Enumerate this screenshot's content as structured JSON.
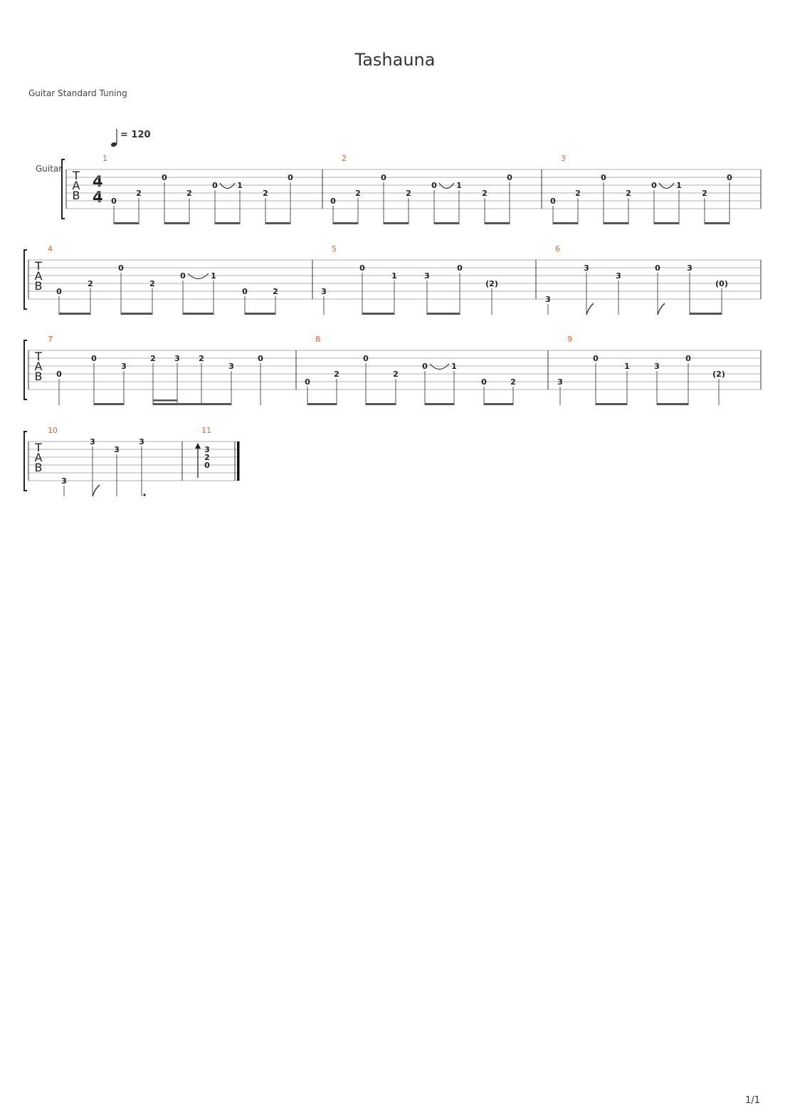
{
  "title": "Tashauna",
  "tuning": "Guitar Standard Tuning",
  "instrument": "Guitar",
  "tempo": {
    "label": "= 120",
    "bpm": 120
  },
  "time_signature": {
    "numerator": "4",
    "denominator": "4"
  },
  "tab_clef": [
    "T",
    "A",
    "B"
  ],
  "page_number": "1/1",
  "colors": {
    "measure_number": "#e8622c",
    "ink": "#333333",
    "staff_line": "#b0b0b0"
  },
  "measures": [
    {
      "number": "1",
      "notes": [
        {
          "str": 5,
          "fret": "0"
        },
        {
          "str": 4,
          "fret": "2"
        },
        {
          "str": 2,
          "fret": "0"
        },
        {
          "str": 4,
          "fret": "2"
        },
        {
          "str": 3,
          "fret": "0",
          "tie": true
        },
        {
          "str": 3,
          "fret": "1"
        },
        {
          "str": 4,
          "fret": "2"
        },
        {
          "str": 2,
          "fret": "0"
        }
      ]
    },
    {
      "number": "2",
      "notes": [
        {
          "str": 5,
          "fret": "0"
        },
        {
          "str": 4,
          "fret": "2"
        },
        {
          "str": 2,
          "fret": "0"
        },
        {
          "str": 4,
          "fret": "2"
        },
        {
          "str": 3,
          "fret": "0",
          "tie": true
        },
        {
          "str": 3,
          "fret": "1"
        },
        {
          "str": 4,
          "fret": "2"
        },
        {
          "str": 2,
          "fret": "0"
        }
      ]
    },
    {
      "number": "3",
      "notes": [
        {
          "str": 5,
          "fret": "0"
        },
        {
          "str": 4,
          "fret": "2"
        },
        {
          "str": 2,
          "fret": "0"
        },
        {
          "str": 4,
          "fret": "2"
        },
        {
          "str": 3,
          "fret": "0",
          "tie": true
        },
        {
          "str": 3,
          "fret": "1"
        },
        {
          "str": 4,
          "fret": "2"
        },
        {
          "str": 2,
          "fret": "0"
        }
      ]
    },
    {
      "number": "4",
      "notes": [
        {
          "str": 5,
          "fret": "0"
        },
        {
          "str": 4,
          "fret": "2"
        },
        {
          "str": 2,
          "fret": "0"
        },
        {
          "str": 4,
          "fret": "2"
        },
        {
          "str": 3,
          "fret": "0",
          "tie": true
        },
        {
          "str": 3,
          "fret": "1"
        },
        {
          "str": 5,
          "fret": "0"
        },
        {
          "str": 5,
          "fret": "2"
        }
      ]
    },
    {
      "number": "5",
      "notes": [
        {
          "str": 5,
          "fret": "3"
        },
        {
          "str": 2,
          "fret": "0"
        },
        {
          "str": 3,
          "fret": "1"
        },
        {
          "str": 3,
          "fret": "3"
        },
        {
          "str": 2,
          "fret": "0"
        },
        {
          "str": 4,
          "fret": "(2)"
        }
      ]
    },
    {
      "number": "6",
      "notes": [
        {
          "str": 6,
          "fret": "3"
        },
        {
          "str": 2,
          "fret": "3"
        },
        {
          "str": 3,
          "fret": "3"
        },
        {
          "str": 2,
          "fret": "0"
        },
        {
          "str": 2,
          "fret": "3"
        },
        {
          "str": 4,
          "fret": "(0)"
        }
      ]
    },
    {
      "number": "7",
      "notes": [
        {
          "str": 4,
          "fret": "0"
        },
        {
          "str": 2,
          "fret": "0"
        },
        {
          "str": 3,
          "fret": "3"
        },
        {
          "str": 2,
          "fret": "2"
        },
        {
          "str": 2,
          "fret": "3"
        },
        {
          "str": 2,
          "fret": "2"
        },
        {
          "str": 3,
          "fret": "3"
        },
        {
          "str": 2,
          "fret": "0"
        }
      ]
    },
    {
      "number": "8",
      "notes": [
        {
          "str": 5,
          "fret": "0"
        },
        {
          "str": 4,
          "fret": "2"
        },
        {
          "str": 2,
          "fret": "0"
        },
        {
          "str": 4,
          "fret": "2"
        },
        {
          "str": 3,
          "fret": "0",
          "tie": true
        },
        {
          "str": 3,
          "fret": "1"
        },
        {
          "str": 5,
          "fret": "0"
        },
        {
          "str": 5,
          "fret": "2"
        }
      ]
    },
    {
      "number": "9",
      "notes": [
        {
          "str": 5,
          "fret": "3"
        },
        {
          "str": 2,
          "fret": "0"
        },
        {
          "str": 3,
          "fret": "1"
        },
        {
          "str": 3,
          "fret": "3"
        },
        {
          "str": 2,
          "fret": "0"
        },
        {
          "str": 4,
          "fret": "(2)"
        }
      ]
    },
    {
      "number": "10",
      "notes": [
        {
          "str": 6,
          "fret": "3"
        },
        {
          "str": 1,
          "fret": "3"
        },
        {
          "str": 2,
          "fret": "3"
        },
        {
          "str": 1,
          "fret": "3"
        }
      ]
    },
    {
      "number": "11",
      "notes": [
        {
          "str": 2,
          "fret": "3"
        },
        {
          "str": 3,
          "fret": "2"
        },
        {
          "str": 4,
          "fret": "0"
        }
      ]
    }
  ]
}
